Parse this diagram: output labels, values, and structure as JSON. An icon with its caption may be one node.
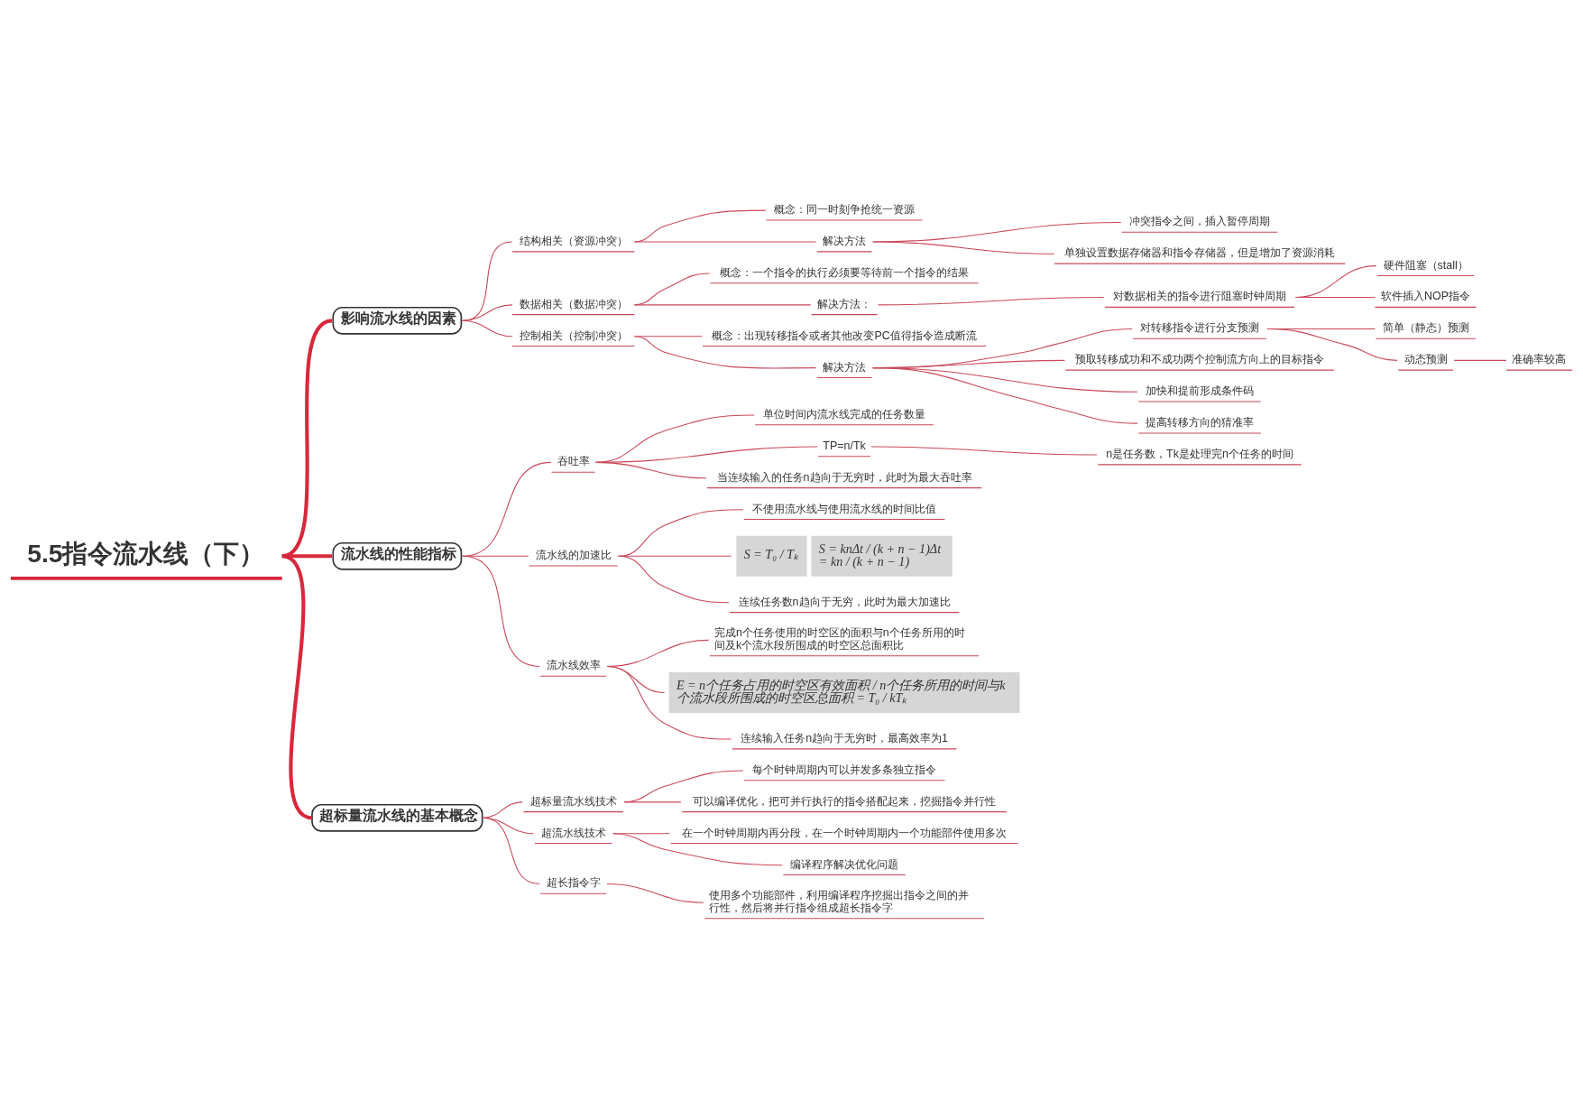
{
  "diagram": {
    "nodes": [
      {
        "text": [
          "5.5指令流水线（下）"
        ]
      },
      {
        "text": [
          "影响流水线的因素"
        ]
      },
      {
        "text": [
          "结构相关（资源冲突）"
        ]
      },
      {
        "text": [
          "概念：同一时刻争抢统一资源"
        ]
      },
      {
        "text": [
          "解决方法"
        ]
      },
      {
        "text": [
          "冲突指令之间，插入暂停周期"
        ]
      },
      {
        "text": [
          "单独设置数据存储器和指令存储器，但是增加了资源消耗"
        ]
      },
      {
        "text": [
          "数据相关（数据冲突）"
        ]
      },
      {
        "text": [
          "概念：一个指令的执行必须要等待前一个指令的结果"
        ]
      },
      {
        "text": [
          "解决方法："
        ]
      },
      {
        "text": [
          "对数据相关的指令进行阻塞时钟周期"
        ]
      },
      {
        "text": [
          "硬件阻塞（stall）"
        ]
      },
      {
        "text": [
          "软件插入NOP指令"
        ]
      },
      {
        "text": [
          "控制相关（控制冲突）"
        ]
      },
      {
        "text": [
          "概念：出现转移指令或者其他改变PC值得指令造成断流"
        ]
      },
      {
        "text": [
          "解决方法"
        ]
      },
      {
        "text": [
          "对转移指令进行分支预测"
        ]
      },
      {
        "text": [
          "简单（静态）预测"
        ]
      },
      {
        "text": [
          "动态预测"
        ]
      },
      {
        "text": [
          "准确率较高"
        ]
      },
      {
        "text": [
          "预取转移成功和不成功两个控制流方向上的目标指令"
        ]
      },
      {
        "text": [
          "加快和提前形成条件码"
        ]
      },
      {
        "text": [
          "提高转移方向的猜准率"
        ]
      },
      {
        "text": [
          "流水线的性能指标"
        ]
      },
      {
        "text": [
          "吞吐率"
        ]
      },
      {
        "text": [
          "单位时间内流水线完成的任务数量"
        ]
      },
      {
        "text": [
          "TP=n/Tk"
        ]
      },
      {
        "text": [
          "n是任务数，Tk是处理完n个任务的时间"
        ]
      },
      {
        "text": [
          "当连续输入的任务n趋向于无穷时，此时为最大吞吐率"
        ]
      },
      {
        "text": [
          "流水线的加速比"
        ]
      },
      {
        "text": [
          "不使用流水线与使用流水线的时间比值"
        ]
      },
      {
        "text": [
          "S = T₀ / Tₖ",
          "S = knΔt / (k + n − 1)Δt = kn / (k + n − 1)"
        ]
      },
      {
        "text": [
          "连续任务数n趋向于无穷，此时为最大加速比"
        ]
      },
      {
        "text": [
          "流水线效率"
        ]
      },
      {
        "text": [
          "完成n个任务使用的时空区的面积与n个任务所用的时间及k个流水段所围成的时空区总面积比"
        ]
      },
      {
        "text": [
          "E = n个任务占用的时空区有效面积 / n个任务所用的时间与k个流水段所围成的时空区总面积 = T₀ / kTₖ"
        ]
      },
      {
        "text": [
          "连续输入任务n趋向于无穷时，最高效率为1"
        ]
      },
      {
        "text": [
          "超标量流水线的基本概念"
        ]
      },
      {
        "text": [
          "超标量流水线技术"
        ]
      },
      {
        "text": [
          "每个时钟周期内可以并发多条独立指令"
        ]
      },
      {
        "text": [
          "可以编译优化，把可并行执行的指令搭配起来，挖掘指令并行性"
        ]
      },
      {
        "text": [
          "超流水线技术"
        ]
      },
      {
        "text": [
          "在一个时钟周期内再分段，在一个时钟周期内一个功能部件使用多次"
        ]
      },
      {
        "text": [
          "编译程序解决优化问题"
        ]
      },
      {
        "text": [
          "超长指令字"
        ]
      },
      {
        "text": [
          "使用多个功能部件，利用编译程序挖掘出指令之间的并行性，然后将并行指令组成超长指令字"
        ]
      }
    ],
    "edges": [
      {
        "from": 0,
        "to": 1,
        "arrow": "none",
        "style": "thick",
        "color": "#d8283c"
      },
      {
        "from": 1,
        "to": 2,
        "arrow": "none"
      },
      {
        "from": 2,
        "to": 3,
        "arrow": "none"
      },
      {
        "from": 2,
        "to": 4,
        "arrow": "none"
      },
      {
        "from": 4,
        "to": 5,
        "arrow": "none"
      },
      {
        "from": 4,
        "to": 6,
        "arrow": "none"
      },
      {
        "from": 1,
        "to": 7,
        "arrow": "none"
      },
      {
        "from": 7,
        "to": 8,
        "arrow": "none"
      },
      {
        "from": 7,
        "to": 9,
        "arrow": "none"
      },
      {
        "from": 9,
        "to": 10,
        "arrow": "none"
      },
      {
        "from": 10,
        "to": 11,
        "arrow": "none"
      },
      {
        "from": 10,
        "to": 12,
        "arrow": "none"
      },
      {
        "from": 1,
        "to": 13,
        "arrow": "none"
      },
      {
        "from": 13,
        "to": 14,
        "arrow": "none"
      },
      {
        "from": 13,
        "to": 15,
        "arrow": "none"
      },
      {
        "from": 15,
        "to": 16,
        "arrow": "none"
      },
      {
        "from": 16,
        "to": 17,
        "arrow": "none"
      },
      {
        "from": 16,
        "to": 18,
        "arrow": "none"
      },
      {
        "from": 18,
        "to": 19,
        "arrow": "none"
      },
      {
        "from": 15,
        "to": 20,
        "arrow": "none"
      },
      {
        "from": 15,
        "to": 21,
        "arrow": "none"
      },
      {
        "from": 15,
        "to": 22,
        "arrow": "none"
      },
      {
        "from": 0,
        "to": 23,
        "arrow": "none",
        "style": "thick",
        "color": "#d8283c"
      },
      {
        "from": 23,
        "to": 24,
        "arrow": "none"
      },
      {
        "from": 24,
        "to": 25,
        "arrow": "none"
      },
      {
        "from": 24,
        "to": 26,
        "arrow": "none"
      },
      {
        "from": 26,
        "to": 27,
        "arrow": "none"
      },
      {
        "from": 24,
        "to": 28,
        "arrow": "none"
      },
      {
        "from": 23,
        "to": 29,
        "arrow": "none"
      },
      {
        "from": 29,
        "to": 30,
        "arrow": "none"
      },
      {
        "from": 29,
        "to": 31,
        "arrow": "none"
      },
      {
        "from": 29,
        "to": 32,
        "arrow": "none"
      },
      {
        "from": 23,
        "to": 33,
        "arrow": "none"
      },
      {
        "from": 33,
        "to": 34,
        "arrow": "none"
      },
      {
        "from": 33,
        "to": 35,
        "arrow": "none"
      },
      {
        "from": 33,
        "to": 36,
        "arrow": "none"
      },
      {
        "from": 0,
        "to": 37,
        "arrow": "none",
        "style": "thick",
        "color": "#d8283c"
      },
      {
        "from": 37,
        "to": 38,
        "arrow": "none"
      },
      {
        "from": 38,
        "to": 39,
        "arrow": "none"
      },
      {
        "from": 38,
        "to": 40,
        "arrow": "none"
      },
      {
        "from": 37,
        "to": 41,
        "arrow": "none"
      },
      {
        "from": 41,
        "to": 42,
        "arrow": "none"
      },
      {
        "from": 41,
        "to": 43,
        "arrow": "none"
      },
      {
        "from": 37,
        "to": 44,
        "arrow": "none"
      },
      {
        "from": 44,
        "to": 45,
        "arrow": "none"
      }
    ]
  }
}
